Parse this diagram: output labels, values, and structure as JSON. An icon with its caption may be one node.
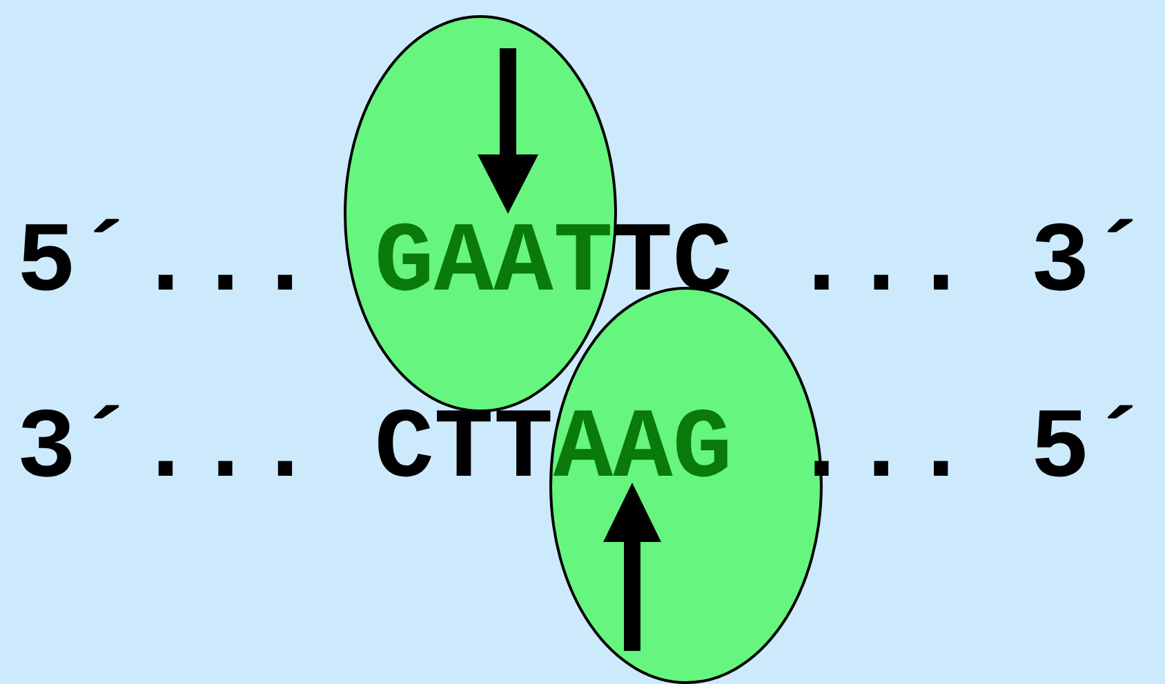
{
  "diagram": {
    "labels": [
      "5´...",
      "GAATTC",
      "...",
      "3´",
      "3´...",
      "CTTAAG",
      "...",
      "5´"
    ]
  }
}
